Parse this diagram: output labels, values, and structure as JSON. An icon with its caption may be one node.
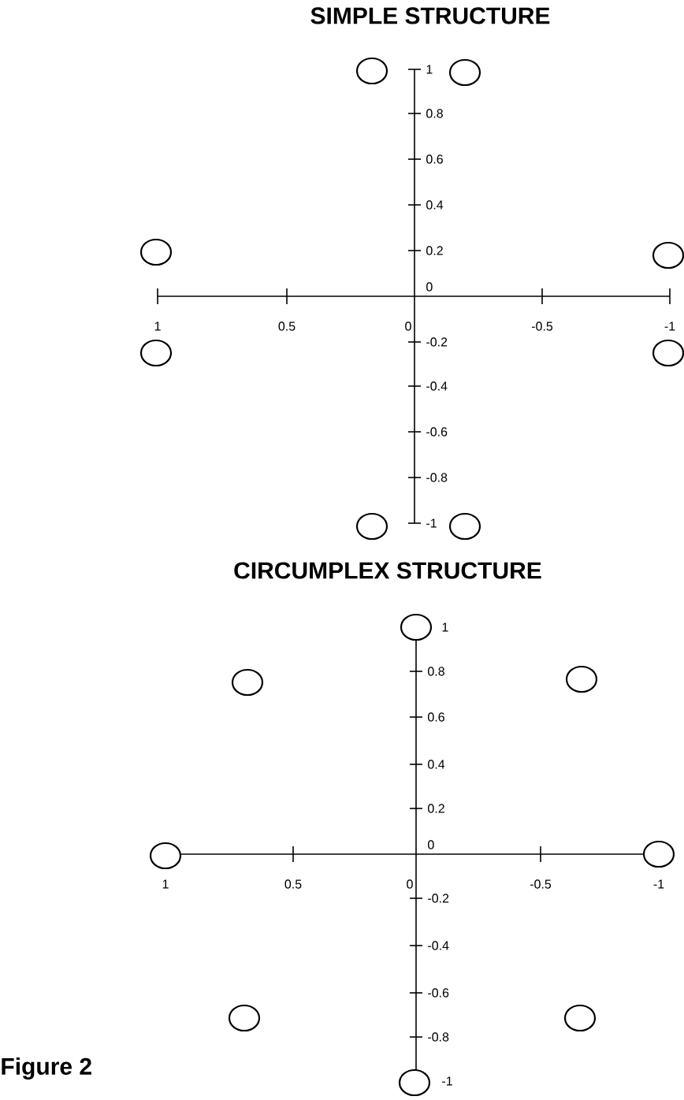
{
  "diagram": {
    "caption": "Figure 2",
    "nodes": [
      {
        "text": [],
        "shape": "circle"
      },
      {
        "text": [],
        "shape": "circle"
      },
      {
        "text": [],
        "shape": "circle"
      },
      {
        "text": [],
        "shape": "circle"
      },
      {
        "text": [],
        "shape": "circle"
      },
      {
        "text": [],
        "shape": "circle"
      },
      {
        "text": [],
        "shape": "circle"
      },
      {
        "text": [],
        "shape": "circle"
      },
      {
        "text": [],
        "shape": "circle"
      },
      {
        "text": [],
        "shape": "circle"
      },
      {
        "text": [],
        "shape": "circle"
      },
      {
        "text": [],
        "shape": "circle"
      },
      {
        "text": [],
        "shape": "circle"
      },
      {
        "text": [],
        "shape": "circle"
      },
      {
        "text": [],
        "shape": "circle"
      },
      {
        "text": [],
        "shape": "circle"
      }
    ],
    "edges": [],
    "labels": [
      "SIMPLE STRUCTURE",
      "1",
      "0.8",
      "0.6",
      "0.4",
      "0.2",
      "0",
      "1",
      "0.5",
      "0",
      "-0.5",
      "-1",
      "-0.2",
      "-0.4",
      "-0.6",
      "-0.8",
      "-1",
      "CIRCUMPLEX STRUCTURE",
      "1",
      "0.8",
      "0.6",
      "0.4",
      "0.2",
      "0",
      "1",
      "0.5",
      "0",
      "-0.5",
      "-1",
      "-0.2",
      "-0.4",
      "-0.6",
      "-0.8",
      "-1"
    ]
  }
}
